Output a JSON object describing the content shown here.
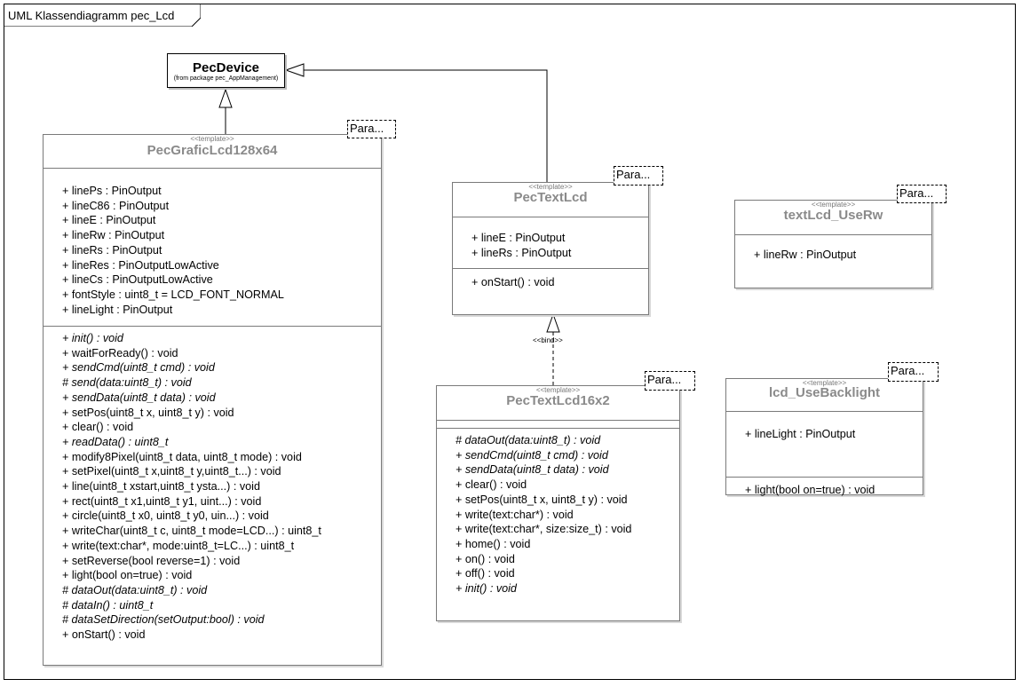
{
  "frame": {
    "title": "UML Klassendiagramm pec_Lcd"
  },
  "pec_device": {
    "name": "PecDevice",
    "from": "(from package pec_AppManagement)"
  },
  "param_label": "Para...",
  "bind_label": "<<bind>>",
  "classes": {
    "grafic": {
      "stereotype": "<<template>>",
      "name": "PecGraficLcd128x64",
      "attributes": [
        "+ linePs : PinOutput",
        "+ lineC86 : PinOutput",
        "+ lineE : PinOutput",
        "+ lineRw : PinOutput",
        "+ lineRs : PinOutput",
        "+ lineRes : PinOutputLowActive",
        "+ lineCs : PinOutputLowActive",
        "+ fontStyle : uint8_t = LCD_FONT_NORMAL",
        "+ lineLight : PinOutput"
      ],
      "operations": [
        "+ init() : void",
        "+ waitForReady() : void",
        "+ sendCmd(uint8_t cmd) : void",
        "# send(data:uint8_t) : void",
        "+ sendData(uint8_t data) : void",
        "+ setPos(uint8_t x, uint8_t y) : void",
        "+ clear() : void",
        "+ readData() : uint8_t",
        "+ modify8Pixel(uint8_t data, uint8_t mode) : void",
        "+ setPixel(uint8_t x,uint8_t y,uint8_t...) : void",
        "+ line(uint8_t xstart,uint8_t ysta...) : void",
        "+ rect(uint8_t x1,uint8_t y1, uint...) : void",
        "+ circle(uint8_t x0, uint8_t y0, uin...) : void",
        "+ writeChar(uint8_t c, uint8_t mode=LCD...) : uint8_t",
        "+ write(text:char*, mode:uint8_t=LC...) : uint8_t",
        "+ setReverse(bool reverse=1) : void",
        "+ light(bool on=true) : void",
        "# dataOut(data:uint8_t) : void",
        "# dataIn() : uint8_t",
        "# dataSetDirection(setOutput:bool) : void",
        "+ onStart() : void"
      ]
    },
    "text": {
      "stereotype": "<<template>>",
      "name": "PecTextLcd",
      "attributes": [
        "+ lineE : PinOutput",
        "+ lineRs : PinOutput"
      ],
      "operations": [
        "+ onStart() : void"
      ]
    },
    "rw": {
      "stereotype": "<<template>>",
      "name": "textLcd_UseRw",
      "attributes": [
        "+ lineRw : PinOutput"
      ]
    },
    "text16": {
      "stereotype": "<<template>>",
      "name": "PecTextLcd16x2",
      "operations": [
        "# dataOut(data:uint8_t) : void",
        "+ sendCmd(uint8_t cmd) : void",
        "+ sendData(uint8_t data) : void",
        "+ clear() : void",
        "+ setPos(uint8_t x, uint8_t y) : void",
        "+ write(text:char*) : void",
        "+ write(text:char*, size:size_t) : void",
        "+ home() : void",
        "+ on() : void",
        "+ off() : void",
        "+ init() : void"
      ]
    },
    "backlight": {
      "stereotype": "<<template>>",
      "name": "lcd_UseBacklight",
      "attributes": [
        "+ lineLight : PinOutput"
      ],
      "operations": [
        "+ light(bool on=true) : void"
      ]
    }
  }
}
